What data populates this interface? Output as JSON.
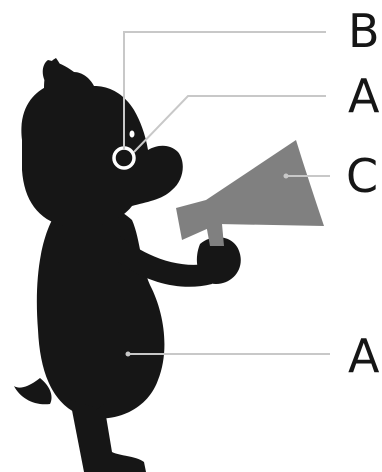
{
  "figure": {
    "colors": {
      "silhouette": "#161616",
      "megaphone": "#808080",
      "leader_line": "#c8c8c8",
      "callout_text": "#161616",
      "ear_ring": "#ffffff",
      "eye": "#ffffff"
    },
    "callouts": [
      {
        "label": "B",
        "points_to": "ear-ring"
      },
      {
        "label": "A",
        "points_to": "head"
      },
      {
        "label": "C",
        "points_to": "megaphone"
      },
      {
        "label": "A",
        "points_to": "body"
      }
    ]
  }
}
